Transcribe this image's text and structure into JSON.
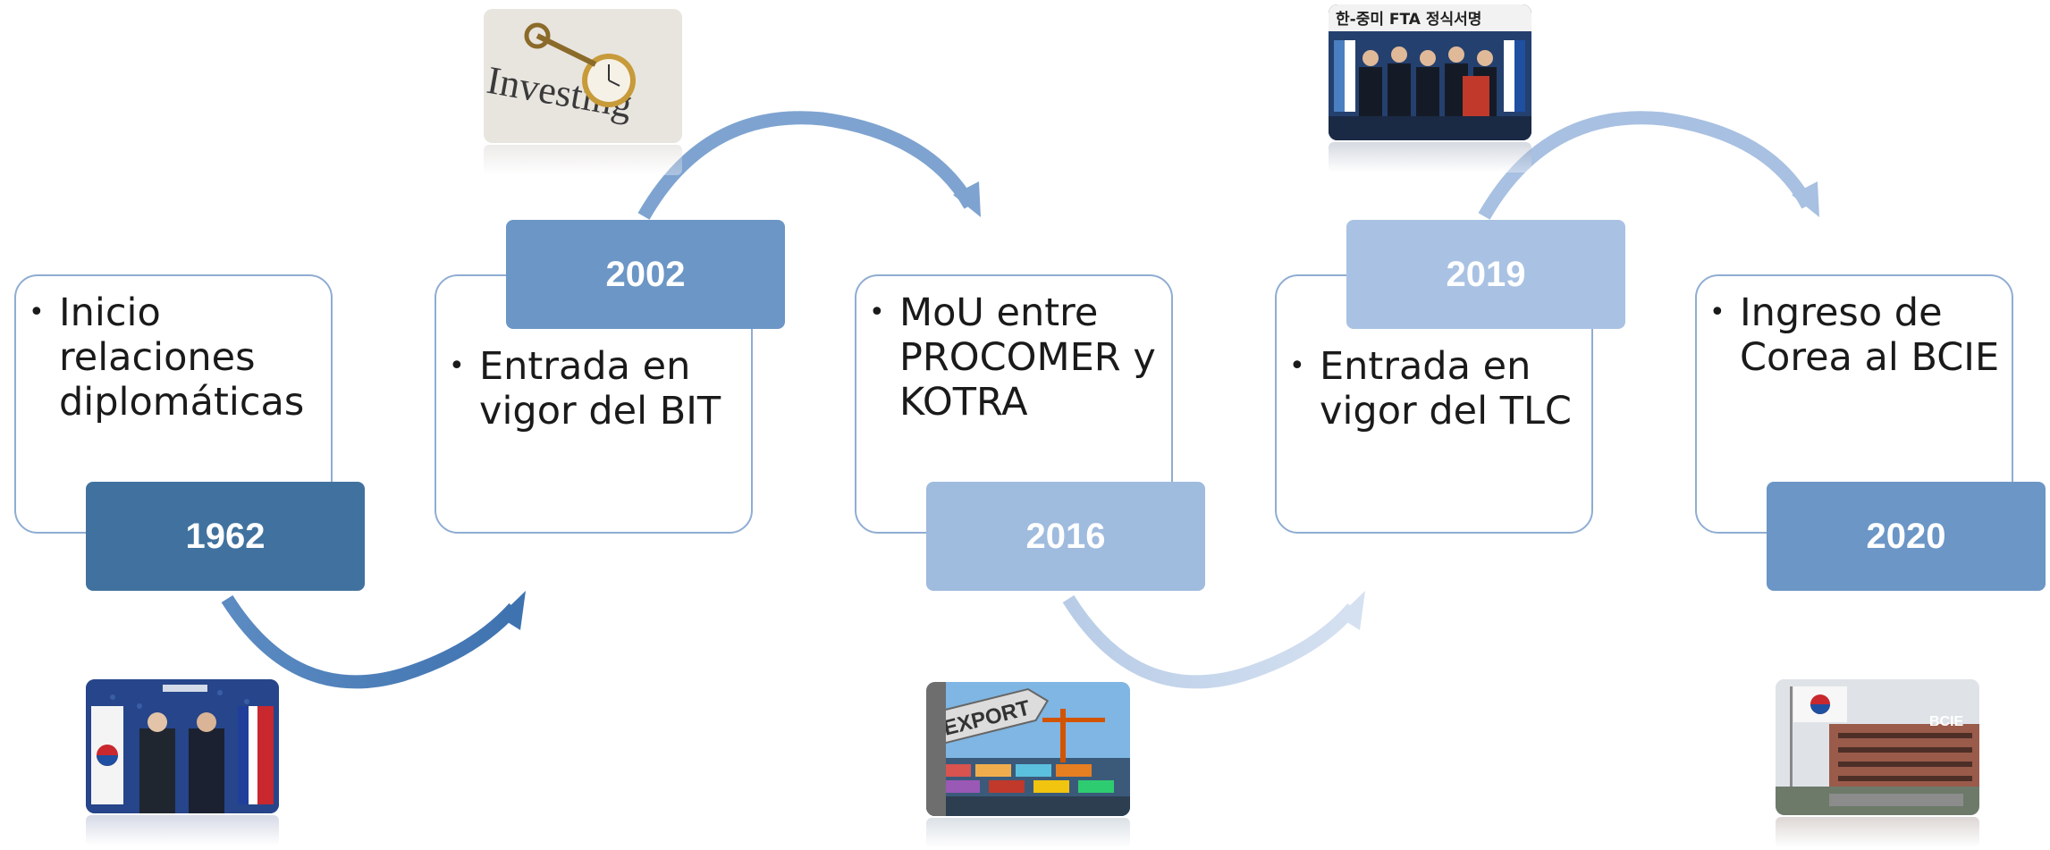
{
  "events": [
    {
      "year": "1962",
      "text": "Inicio relaciones diplomáticas",
      "year_color": "#41729f",
      "photo_icon": "flags-meeting-photo"
    },
    {
      "year": "2002",
      "text": "Entrada en vigor del BIT",
      "year_color": "#6b96c6",
      "photo_icon": "investing-key-watch-photo"
    },
    {
      "year": "2016",
      "text": "MoU entre PROCOMER y KOTRA",
      "year_color": "#9fbbde",
      "photo_icon": "export-port-photo"
    },
    {
      "year": "2019",
      "text": "Entrada en vigor del TLC",
      "year_color": "#a9c2e3",
      "photo_icon": "fta-signing-photo"
    },
    {
      "year": "2020",
      "text": "Ingreso de Corea al BCIE",
      "year_color": "#6b96c6",
      "photo_icon": "bcie-building-photo"
    }
  ],
  "photo_text": {
    "investing": "Investing",
    "export": "EXPORT",
    "fta": "한-중미 FTA 정식서명",
    "bcie": "BCIE"
  },
  "colors": {
    "card_border": "#8fadd2",
    "arrow_dark": "#4f7fb6",
    "arrow_mid": "#7ea3d0",
    "arrow_light": "#c7d7ec"
  }
}
